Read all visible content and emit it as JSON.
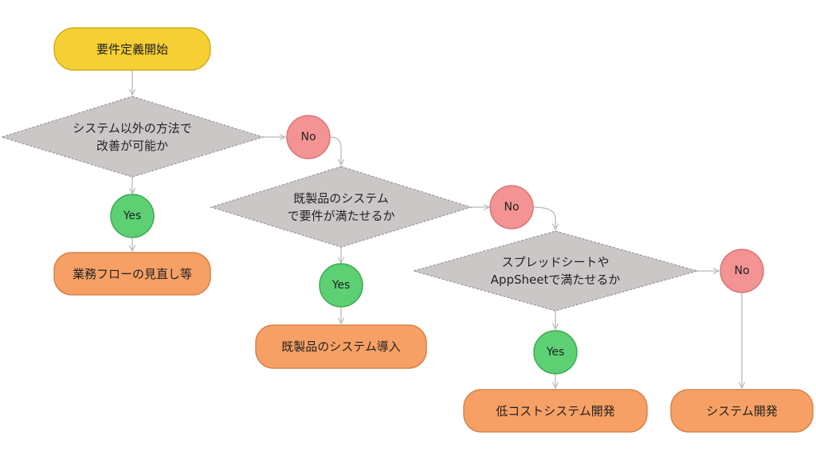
{
  "colors": {
    "start": "#f5cf34",
    "start_border": "#d3ad1c",
    "decision": "#cbc7c7",
    "decision_border": "#9a9696",
    "yes": "#5cd072",
    "yes_border": "#3caa52",
    "no": "#f39393",
    "no_border": "#d87676",
    "result": "#f7a065",
    "result_border": "#d9824a",
    "connector": "#b9b9b9"
  },
  "nodes": {
    "start": "要件定義開始",
    "decision1": {
      "line1": "システム以外の方法で",
      "line2": "改善が可能か"
    },
    "decision2": {
      "line1": "既製品のシステム",
      "line2": "で要件が満たせるか"
    },
    "decision3": {
      "line1": "スプレッドシートや",
      "line2": "AppSheetで満たせるか"
    },
    "yes1": "Yes",
    "yes2": "Yes",
    "yes3": "Yes",
    "no1": "No",
    "no2": "No",
    "no3": "No",
    "result1": "業務フローの見直し等",
    "result2": "既製品のシステム導入",
    "result3": "低コストシステム開発",
    "result4": "システム開発"
  }
}
